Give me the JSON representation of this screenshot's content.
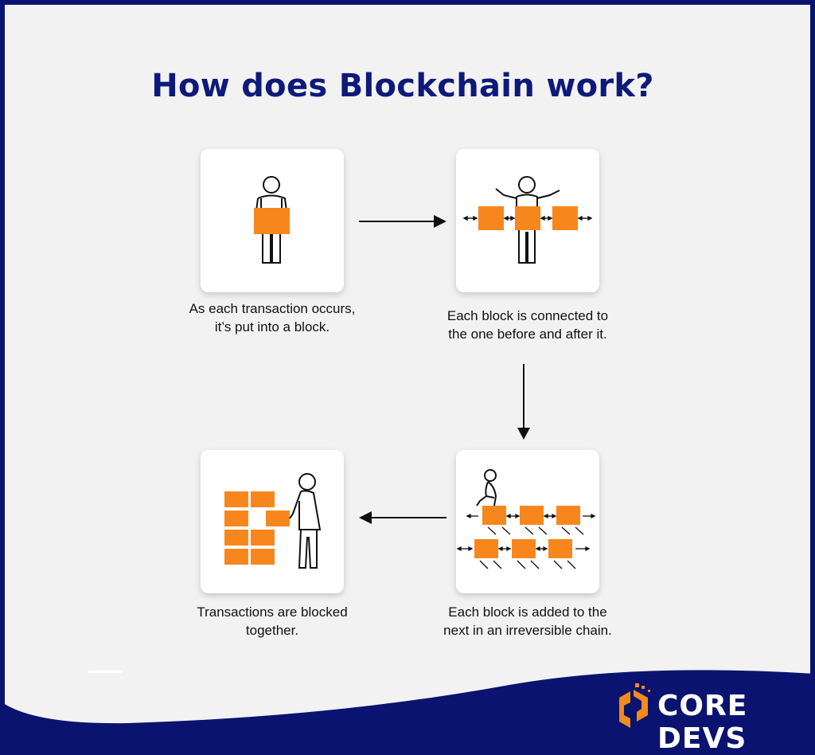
{
  "title": "How does Blockchain work?",
  "steps": [
    {
      "caption": "As each transaction occurs, it’s put into a block."
    },
    {
      "caption": "Each block is connected to the one before and after it."
    },
    {
      "caption": "Each block is added to the next in an irreversible chain."
    },
    {
      "caption": "Transactions are blocked together."
    }
  ],
  "brand": {
    "name_part1": "CORE",
    "name_part2": "DEVS"
  },
  "colors": {
    "navy": "#0a1370",
    "title": "#0d1a7a",
    "block": "#f7871d",
    "accent": "#f28a1c"
  }
}
